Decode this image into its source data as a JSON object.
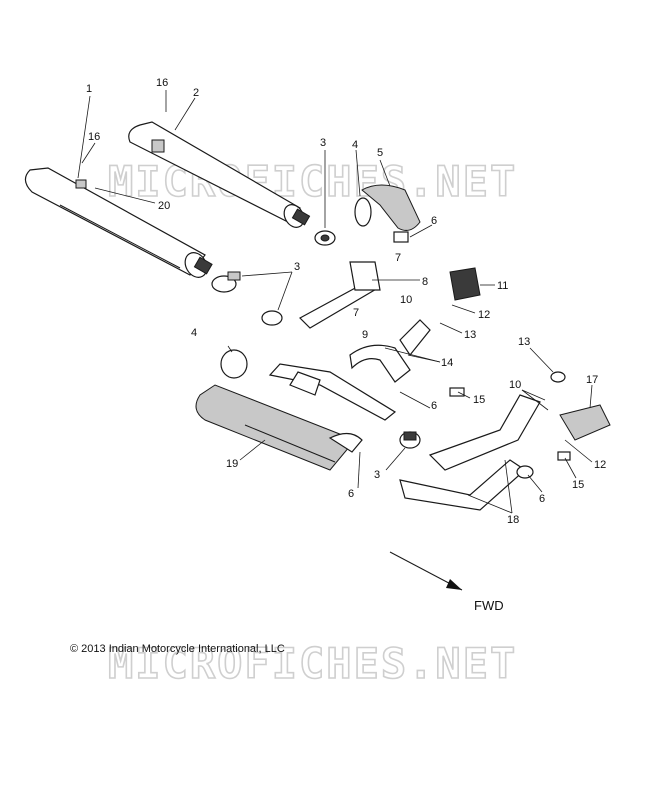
{
  "watermark": "MICROFICHES.NET",
  "copyright": "© 2013 Indian Motorcycle International, LLC",
  "direction_label": "FWD",
  "callouts": [
    "1",
    "2",
    "3",
    "3",
    "3",
    "4",
    "4",
    "5",
    "6",
    "6",
    "6",
    "6",
    "7",
    "7",
    "8",
    "9",
    "10",
    "10",
    "11",
    "12",
    "12",
    "13",
    "13",
    "14",
    "15",
    "15",
    "16",
    "16",
    "17",
    "18",
    "19",
    "20"
  ]
}
